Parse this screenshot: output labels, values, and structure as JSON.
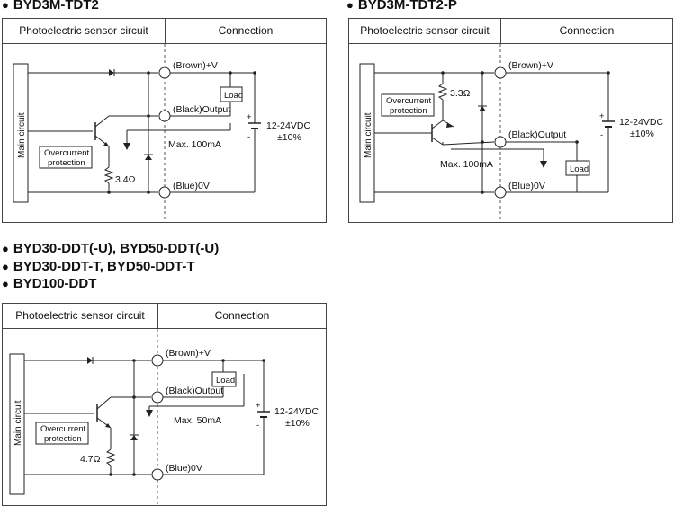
{
  "titles": {
    "d1": "BYD3M-TDT2",
    "d2": "BYD3M-TDT2-P",
    "d3_line1": "BYD30-DDT(-U), BYD50-DDT(-U)",
    "d3_line2": "BYD30-DDT-T, BYD50-DDT-T",
    "d3_line3": "BYD100-DDT"
  },
  "common": {
    "bullet": "●",
    "header_left": "Photoelectric sensor circuit",
    "header_right": "Connection",
    "main_circuit": "Main circuit",
    "overcurrent_l1": "Overcurrent",
    "overcurrent_l2": "protection",
    "brown": "(Brown)+V",
    "black": "(Black)Output",
    "blue": "(Blue)0V",
    "load": "Load",
    "supply": "12-24VDC",
    "tolerance": "±10%",
    "plus": "+",
    "minus": "-"
  },
  "diagram1": {
    "current": "Max. 100mA",
    "resistor": "3.4Ω"
  },
  "diagram2": {
    "current": "Max. 100mA",
    "resistor": "3.3Ω"
  },
  "diagram3": {
    "current": "Max. 50mA",
    "resistor": "4.7Ω"
  }
}
